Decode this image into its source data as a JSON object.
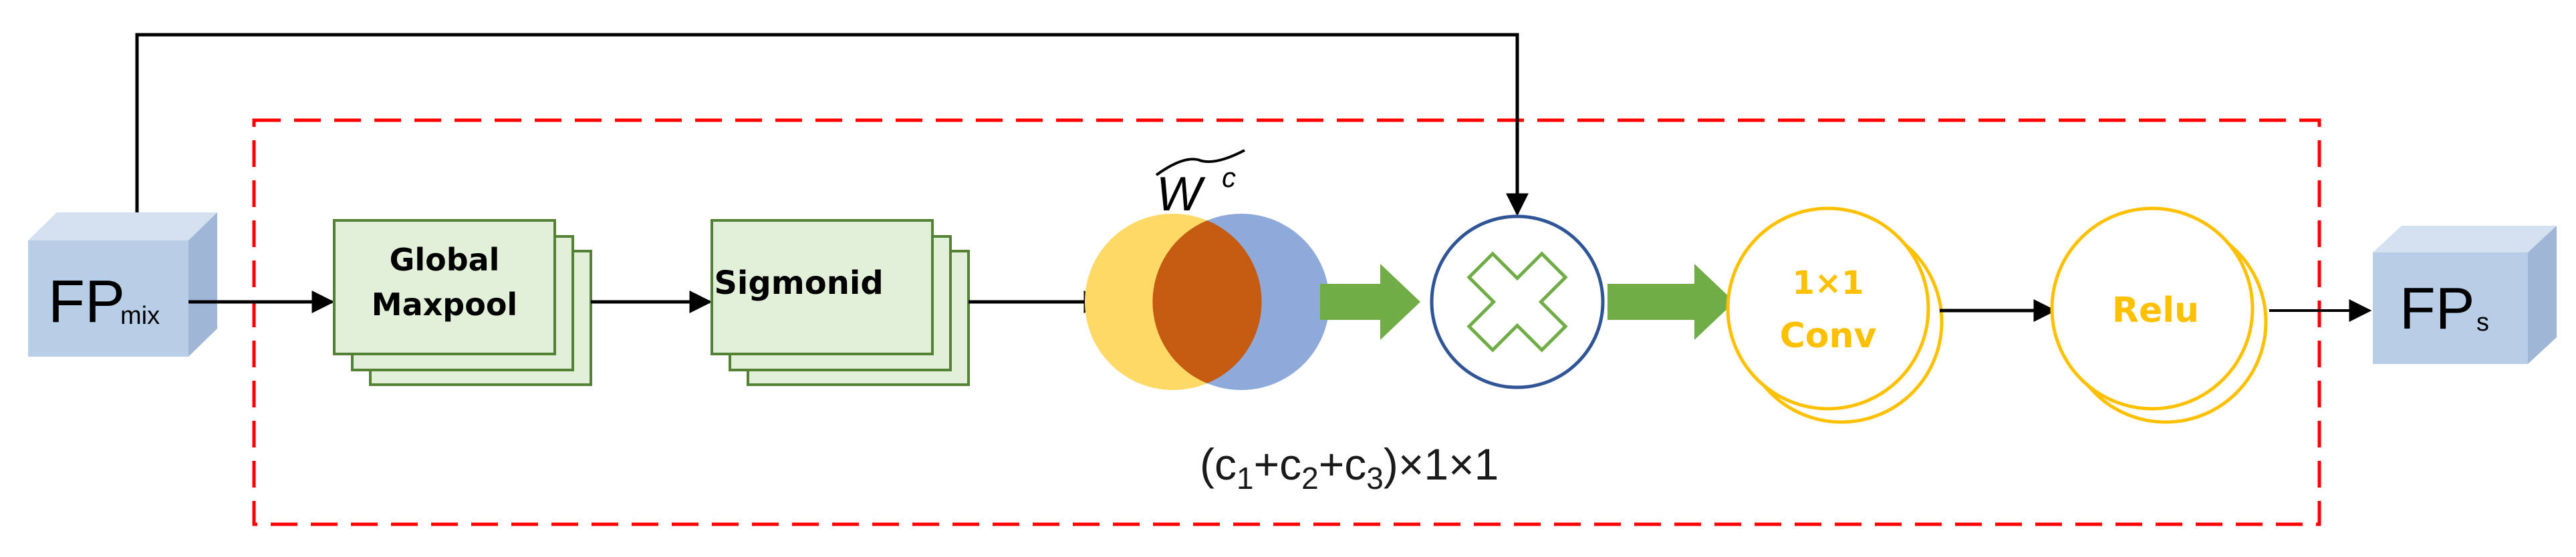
{
  "input_block": {
    "main": "FP",
    "sub": "mix"
  },
  "output_block": {
    "main": "FP",
    "sub": "s"
  },
  "maxpool_block": {
    "line1": "Global",
    "line2": "Maxpool"
  },
  "sigmoid_block": {
    "label": "Sigmonid"
  },
  "weight_symbol": {
    "base": "W",
    "sup": "c"
  },
  "dimension_label": {
    "open": "(c",
    "s1": "1",
    "plus1": "+c",
    "s2": "2",
    "plus2": "+c",
    "s3": "3",
    "tail": ")×1×1"
  },
  "conv_node": {
    "line1": "1×1",
    "line2": "Conv"
  },
  "relu_node": {
    "label": "Relu"
  },
  "colors": {
    "cube_front": "#b8cde6",
    "cube_top": "#d3e0f0",
    "cube_side": "#9fb6d6",
    "block_fill": "#e2efd9",
    "block_stroke": "#548235",
    "circle_yellow": "#ffd966",
    "circle_blue": "#8eaadb",
    "circle_overlap": "#c55a11",
    "green_arrow": "#70ad47",
    "multiply_circle": "#2f5597",
    "gold": "#ffc000",
    "dashed_box": "#ff0000"
  }
}
